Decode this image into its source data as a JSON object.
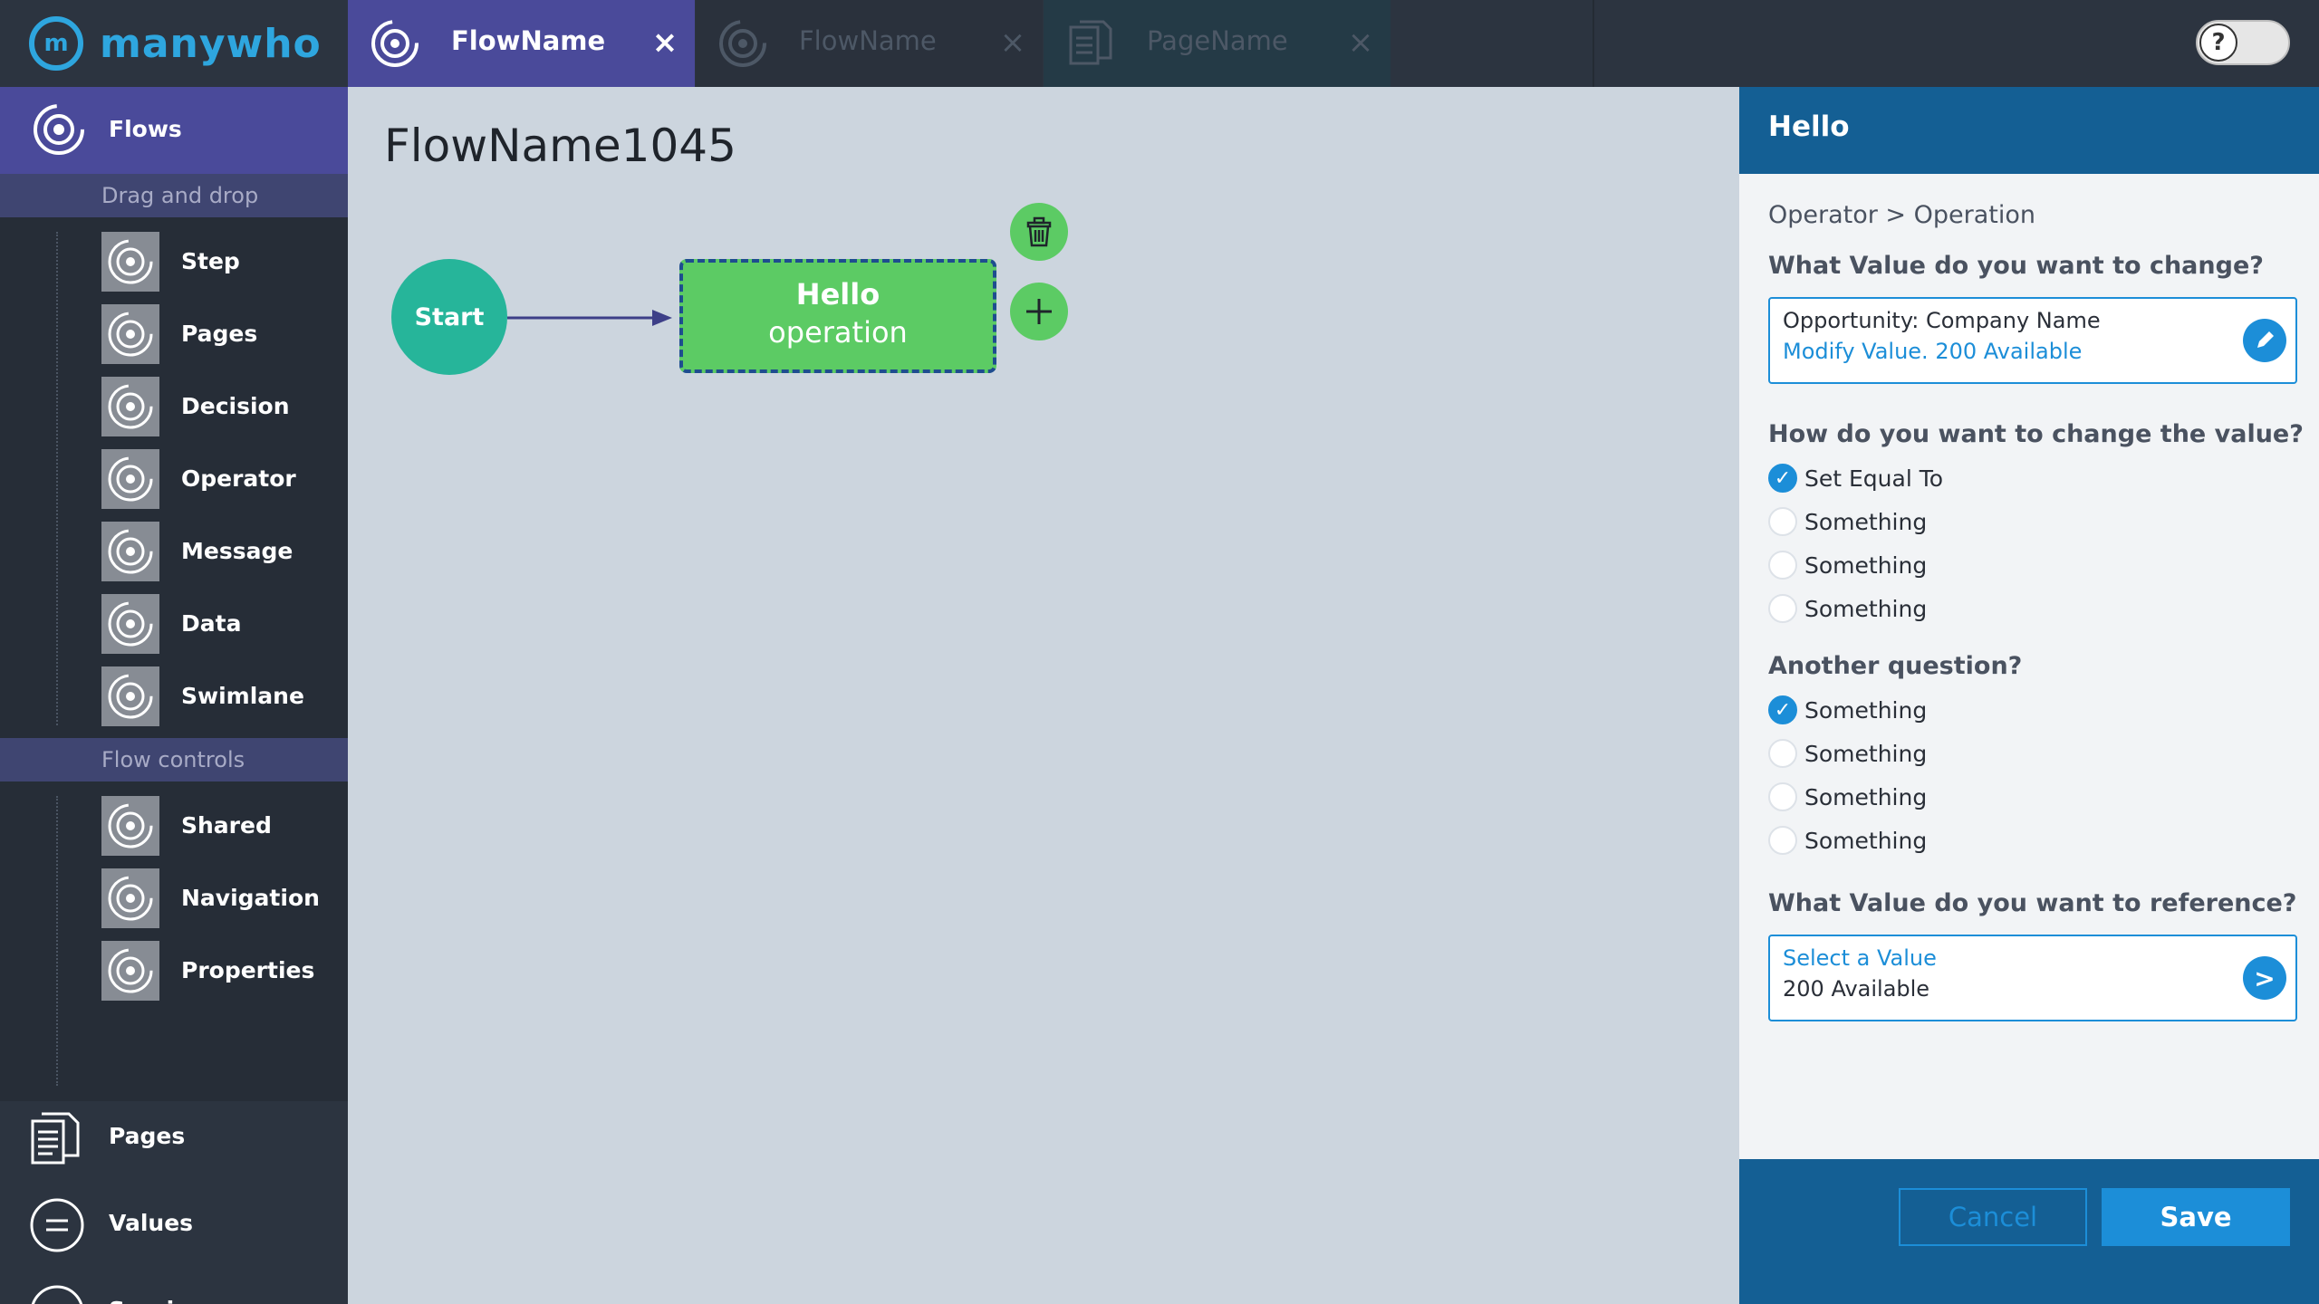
{
  "app": {
    "brand": "manywho",
    "brand_mark": "m"
  },
  "tabs": [
    {
      "label": "FlowName",
      "icon": "flow-icon",
      "close": "×"
    },
    {
      "label": "FlowName",
      "icon": "flow-icon",
      "close": "×"
    },
    {
      "label": "PageName",
      "icon": "page-icon",
      "close": "×"
    }
  ],
  "help": {
    "glyph": "?"
  },
  "sidebar": {
    "flows_label": "Flows",
    "drag_drop_label": "Drag and drop",
    "drag_items": [
      {
        "label": "Step"
      },
      {
        "label": "Pages"
      },
      {
        "label": "Decision"
      },
      {
        "label": "Operator"
      },
      {
        "label": "Message"
      },
      {
        "label": "Data"
      },
      {
        "label": "Swimlane"
      }
    ],
    "flow_controls_label": "Flow controls",
    "control_items": [
      {
        "label": "Shared"
      },
      {
        "label": "Navigation"
      },
      {
        "label": "Properties"
      }
    ],
    "bottom_items": [
      {
        "label": "Pages",
        "icon": "page-icon"
      },
      {
        "label": "Values",
        "icon": "values-icon"
      },
      {
        "label": "Services",
        "icon": "services-icon"
      }
    ]
  },
  "canvas": {
    "title": "FlowName1045",
    "start_label": "Start",
    "operation_title": "Hello",
    "operation_sub": "operation"
  },
  "panel": {
    "title": "Hello",
    "breadcrumb": "Operator > Operation",
    "q1": "What Value do you want to change?",
    "value_box": {
      "line1": "Opportunity: Company Name",
      "line2": "Modify Value. 200 Available"
    },
    "q2": "How do you want to change the value?",
    "q2_options": [
      {
        "label": "Set Equal To",
        "checked": true
      },
      {
        "label": "Something",
        "checked": false
      },
      {
        "label": "Something",
        "checked": false
      },
      {
        "label": "Something",
        "checked": false
      }
    ],
    "q3": "Another question?",
    "q3_options": [
      {
        "label": "Something",
        "checked": true
      },
      {
        "label": "Something",
        "checked": false
      },
      {
        "label": "Something",
        "checked": false
      },
      {
        "label": "Something",
        "checked": false
      }
    ],
    "q4": "What Value do you want to reference?",
    "ref_box": {
      "line1": "Select a Value",
      "line2": "200 Available",
      "button": ">"
    },
    "cancel_label": "Cancel",
    "save_label": "Save"
  },
  "colors": {
    "brand_blue": "#2ea6df",
    "active_purple": "#4a4a9a",
    "sidebar_dark": "#2c3440",
    "start_teal": "#26b59a",
    "node_green": "#5ccb64",
    "panel_blue": "#145f94",
    "accent_blue": "#1c8ed8"
  }
}
